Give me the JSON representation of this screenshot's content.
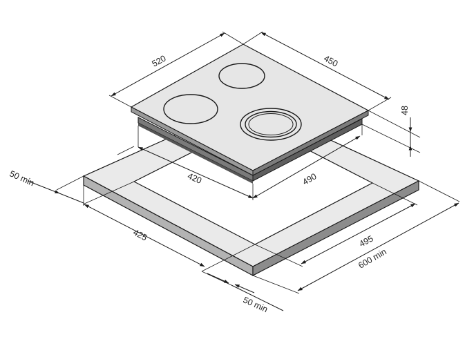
{
  "dimensions": {
    "width_520": "520",
    "depth_450": "450",
    "height_48": "48",
    "inner_420": "420",
    "inner_490": "490",
    "min_50_left": "50 min",
    "cut_425": "425",
    "cut_495": "495",
    "min_600": "600 min",
    "min_50_bottom": "50 min"
  },
  "colors": {
    "cooktop_top": "#e6e6e6",
    "cooktop_side": "#6e6e6e",
    "countertop_top": "#eaeaea",
    "countertop_side": "#a8a8a8",
    "line": "#1a1a1a"
  }
}
